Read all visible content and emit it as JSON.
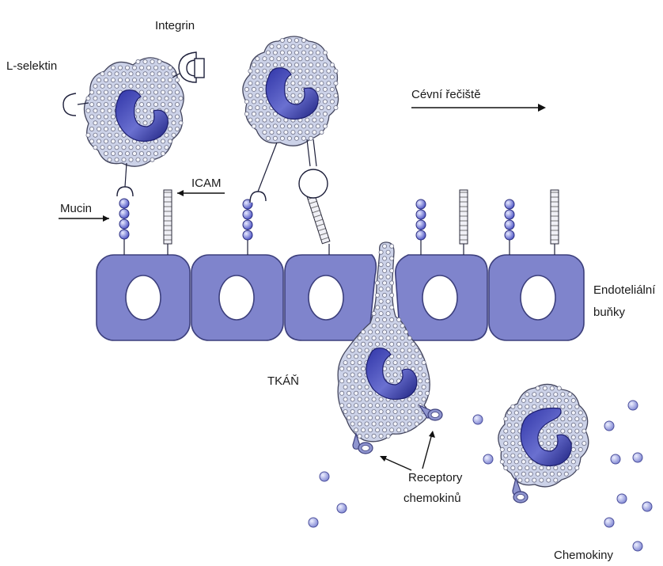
{
  "labels": {
    "integrin": "Integrin",
    "l_selektin": "L-selektin",
    "mucin": "Mucin",
    "icam": "ICAM",
    "cevni_reciste": "Cévní řečiště",
    "endotelialni_line1": "Endoteliální",
    "endotelialni_line2": "buňky",
    "tkan": "TKÁŇ",
    "receptory_line1": "Receptory",
    "receptory_line2": "chemokinů",
    "chemokiny": "Chemokiny"
  },
  "colors": {
    "endothelium": "#7f84cc",
    "leukocyte": "#ccd2e8",
    "nucleus": "#2b2fa0",
    "chemokine": "#8a90d8"
  }
}
